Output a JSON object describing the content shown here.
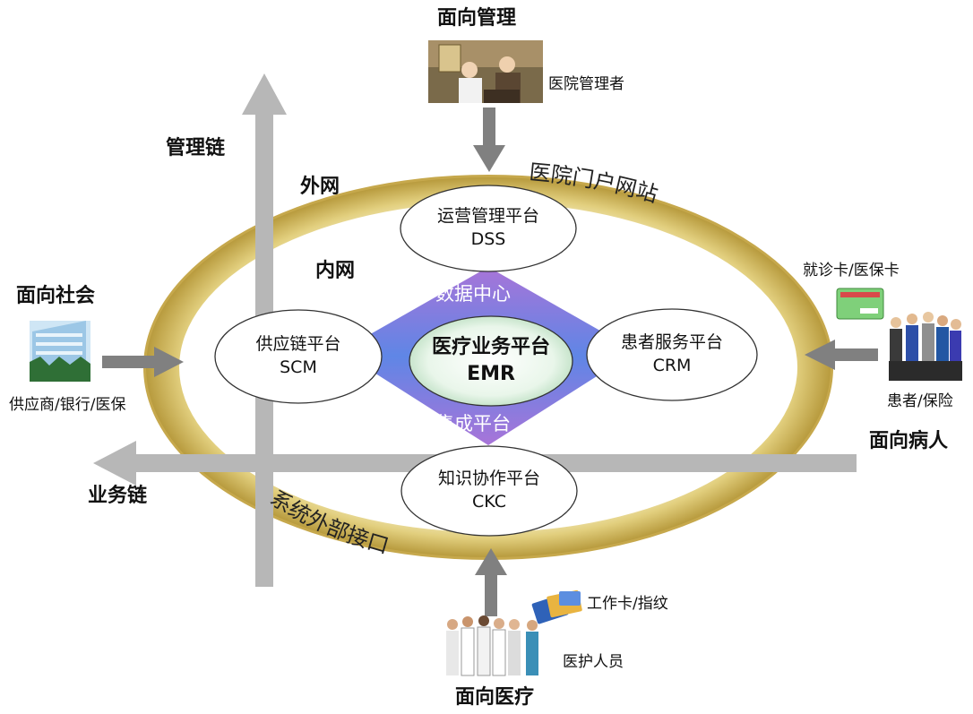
{
  "top": {
    "title": "面向管理",
    "caption": "医院管理者"
  },
  "left": {
    "title": "面向社会",
    "caption": "供应商/银行/医保"
  },
  "right": {
    "title": "面向病人",
    "caption_top": "就诊卡/医保卡",
    "caption_bottom": "患者/保险"
  },
  "bottom": {
    "title": "面向医疗",
    "caption_top": "工作卡/指纹",
    "caption_bottom": "医护人员"
  },
  "axes": {
    "vertical": "管理链",
    "horizontal": "业务链"
  },
  "ring": {
    "outer_label": "外网",
    "inner_label": "内网",
    "portal": "医院门户网站",
    "interface": "系统外部接口"
  },
  "diamond": {
    "top_label": "数据中心",
    "bottom_label": "集成平台"
  },
  "platforms": {
    "dss": {
      "name": "运营管理平台",
      "code": "DSS"
    },
    "scm": {
      "name": "供应链平台",
      "code": "SCM"
    },
    "crm": {
      "name": "患者服务平台",
      "code": "CRM"
    },
    "ckc": {
      "name": "知识协作平台",
      "code": "CKC"
    },
    "emr": {
      "name": "医疗业务平台",
      "code": "EMR"
    }
  },
  "colors": {
    "ring": "#c9b25a",
    "ring_light": "#efe3a8",
    "arrow_light": "#b9b9b9",
    "arrow_dark": "#7d7d7d",
    "diamond_top": "#a06fd6",
    "diamond_mid": "#5a7fe0"
  }
}
